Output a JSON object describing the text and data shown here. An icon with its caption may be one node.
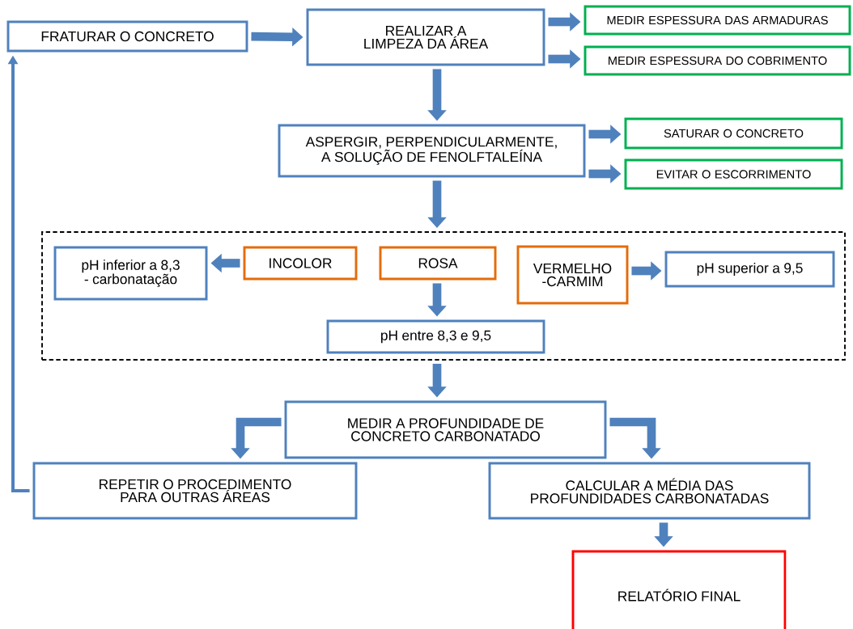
{
  "diagram": {
    "nodes": [
      {
        "text": [
          "FRATURAR O CONCRETO"
        ]
      },
      {
        "text": [
          "REALIZAR A LIMPEZA DA ÁREA"
        ]
      },
      {
        "text": [
          "MEDIR ESPESSURA DAS ARMADURAS"
        ]
      },
      {
        "text": [
          "MEDIR ESPESSURA DO COBRIMENTO"
        ]
      },
      {
        "text": [
          "ASPERGIR, PERPENDICULARMENTE, A SOLUÇÃO DE FENOLFTALEÍNA"
        ]
      },
      {
        "text": [
          "SATURAR O CONCRETO"
        ]
      },
      {
        "text": [
          "EVITAR O ESCORRIMENTO"
        ]
      },
      {
        "text": [],
        "shape": "box"
      },
      {
        "text": [
          "pH inferior a 8,3 - carbonatação"
        ],
        "in": 7
      },
      {
        "text": [
          "INCOLOR"
        ],
        "in": 7
      },
      {
        "text": [
          "ROSA"
        ],
        "in": 7
      },
      {
        "text": [
          "VERMELHO -CARMIM"
        ],
        "in": 7
      },
      {
        "text": [
          "pH superior a 9,5"
        ],
        "in": 7
      },
      {
        "text": [
          "pH entre 8,3 e 9,5"
        ],
        "in": 7
      },
      {
        "text": [
          "MEDIR A PROFUNDIDADE DE CONCRETO CARBONATADO"
        ]
      },
      {
        "text": [
          "REPETIR O PROCEDIMENTO PARA OUTRAS ÁREAS"
        ]
      },
      {
        "text": [
          "CALCULAR A MÉDIA DAS PROFUNDIDADES CARBONATADAS"
        ]
      },
      {
        "text": [
          "RELATÓRIO FINAL"
        ]
      }
    ],
    "edges": [
      {
        "from": 0,
        "to": 1,
        "arrow": "to"
      },
      {
        "from": 1,
        "to": 2,
        "arrow": "to"
      },
      {
        "from": 1,
        "to": 3,
        "arrow": "to"
      },
      {
        "from": 1,
        "to": 4,
        "arrow": "to"
      },
      {
        "from": 4,
        "to": 5,
        "arrow": "to"
      },
      {
        "from": 4,
        "to": 6,
        "arrow": "to"
      },
      {
        "from": 4,
        "to": 7,
        "arrow": "to"
      },
      {
        "from": 9,
        "to": 8,
        "arrow": "to"
      },
      {
        "from": 10,
        "to": 13,
        "arrow": "to"
      },
      {
        "from": 11,
        "to": 12,
        "arrow": "to"
      },
      {
        "from": 7,
        "to": 14,
        "arrow": "to"
      },
      {
        "from": 14,
        "to": 15,
        "arrow": "to"
      },
      {
        "from": 14,
        "to": 16,
        "arrow": "to"
      },
      {
        "from": 16,
        "to": 17,
        "arrow": "to"
      },
      {
        "from": 15,
        "to": 0,
        "arrow": "to"
      }
    ]
  }
}
